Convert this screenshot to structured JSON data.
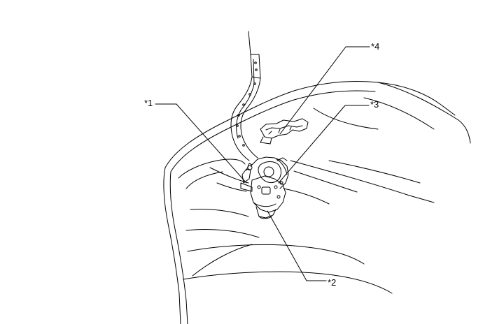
{
  "callouts": {
    "c1": "*1",
    "c2": "*2",
    "c3": "*3",
    "c4": "*4"
  },
  "colors": {
    "line": "#000000",
    "background": "#ffffff"
  }
}
